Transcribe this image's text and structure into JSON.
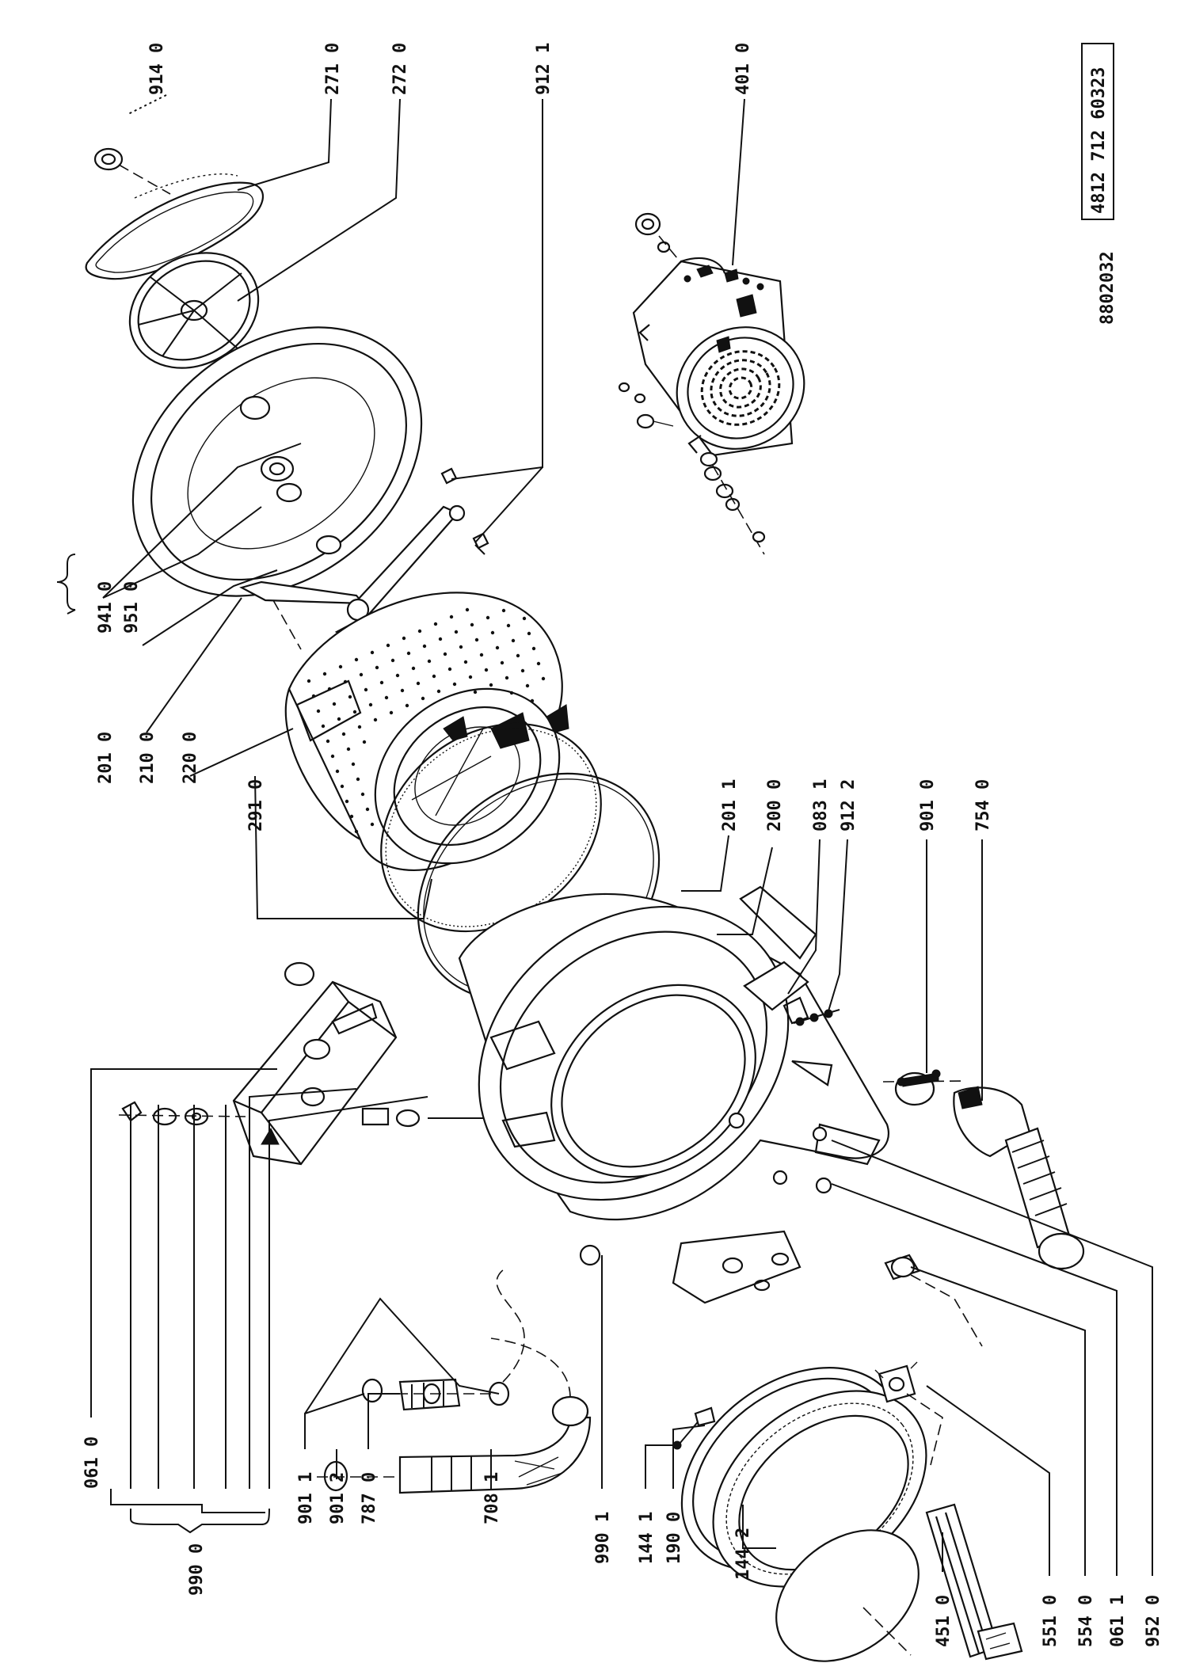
{
  "document": {
    "drawing_number": "8802032",
    "part_code": "4812 712 60323"
  },
  "callouts": [
    {
      "id": "914-0",
      "text": "914 0"
    },
    {
      "id": "271-0",
      "text": "271 0"
    },
    {
      "id": "272-0",
      "text": "272 0"
    },
    {
      "id": "912-1",
      "text": "912 1"
    },
    {
      "id": "401-0",
      "text": "401 0"
    },
    {
      "id": "941-0",
      "text": "941 0"
    },
    {
      "id": "951-0",
      "text": "951 0"
    },
    {
      "id": "201-0",
      "text": "201 0"
    },
    {
      "id": "210-0",
      "text": "210 0"
    },
    {
      "id": "220-0",
      "text": "220 0"
    },
    {
      "id": "291-0",
      "text": "291 0"
    },
    {
      "id": "201-1",
      "text": "201 1"
    },
    {
      "id": "200-0",
      "text": "200 0"
    },
    {
      "id": "083-1",
      "text": "083 1"
    },
    {
      "id": "912-2",
      "text": "912 2"
    },
    {
      "id": "901-0",
      "text": "901 0"
    },
    {
      "id": "754-0",
      "text": "754 0"
    },
    {
      "id": "061-0",
      "text": "061 0"
    },
    {
      "id": "990-0",
      "text": "990 0"
    },
    {
      "id": "901-1",
      "text": "901 1"
    },
    {
      "id": "901-2",
      "text": "901 2"
    },
    {
      "id": "787-0",
      "text": "787 0"
    },
    {
      "id": "708-1",
      "text": "708  1"
    },
    {
      "id": "990-1",
      "text": "990 1"
    },
    {
      "id": "144-1",
      "text": "144 1"
    },
    {
      "id": "190-0",
      "text": "190 0"
    },
    {
      "id": "144-2",
      "text": "144 2"
    },
    {
      "id": "451-0",
      "text": "451 0"
    },
    {
      "id": "551-0",
      "text": "551 0"
    },
    {
      "id": "554-0",
      "text": "554 0"
    },
    {
      "id": "061-1",
      "text": "061 1"
    },
    {
      "id": "952-0",
      "text": "952 0"
    }
  ]
}
